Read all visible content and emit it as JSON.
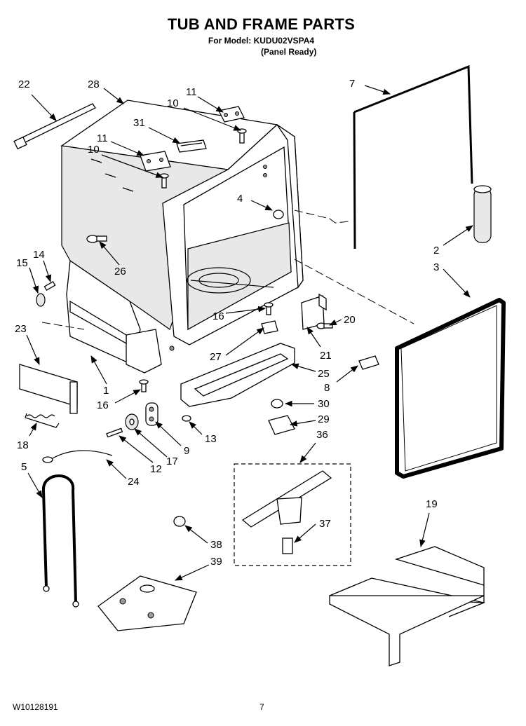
{
  "header": {
    "title": "TUB AND FRAME PARTS",
    "model": "For Model: KUDU02VSPA4",
    "variant": "(Panel Ready)"
  },
  "footer": {
    "doc_number": "W10128191",
    "page_number": "7"
  },
  "callouts": [
    "22",
    "28",
    "11",
    "10",
    "31",
    "11",
    "10",
    "7",
    "4",
    "14",
    "15",
    "26",
    "2",
    "3",
    "23",
    "16",
    "20",
    "27",
    "21",
    "25",
    "1",
    "8",
    "16",
    "30",
    "29",
    "36",
    "18",
    "13",
    "12",
    "17",
    "9",
    "5",
    "24",
    "19",
    "37",
    "38",
    "39"
  ]
}
